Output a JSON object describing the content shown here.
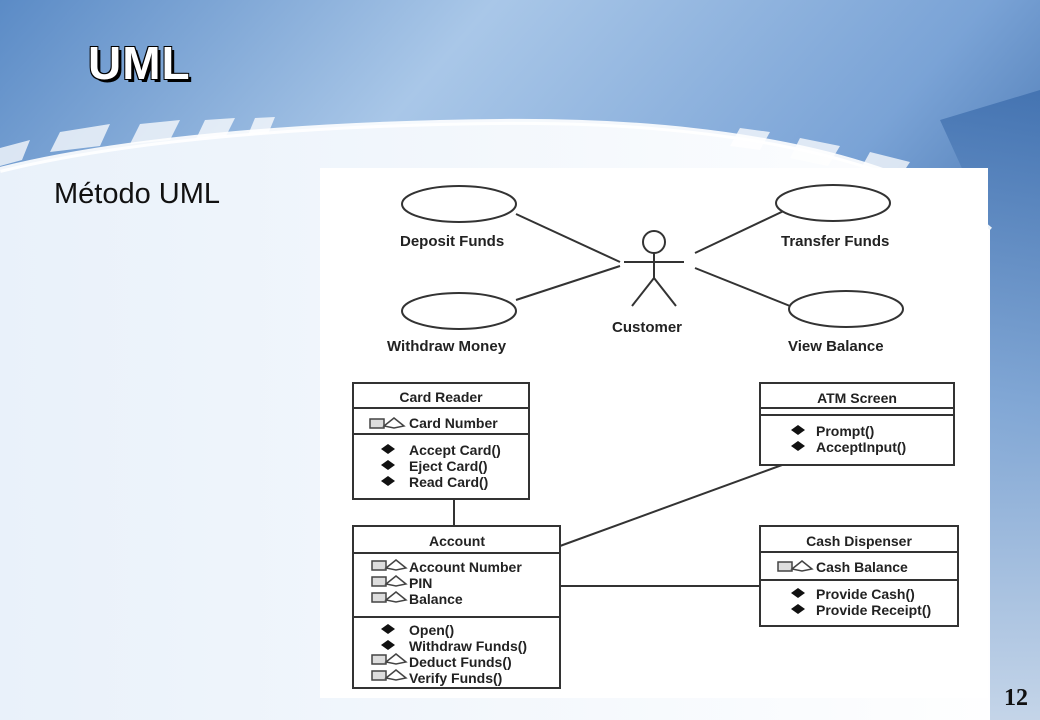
{
  "slide": {
    "title": "UML",
    "subtitle": "Método UML",
    "page_number": "12"
  },
  "colors": {
    "background_top": "#2f5f9e",
    "background_light": "#cfe0f2",
    "title_text": "#ffffff",
    "title_shadow": "#000000"
  },
  "use_case_diagram": {
    "actor": "Customer",
    "use_cases": [
      "Deposit Funds",
      "Transfer Funds",
      "Withdraw Money",
      "View Balance"
    ]
  },
  "class_diagram": {
    "classes": [
      {
        "name": "Card Reader",
        "attributes": [
          "Card Number"
        ],
        "operations": [
          "Accept Card()",
          "Eject Card()",
          "Read Card()"
        ]
      },
      {
        "name": "ATM Screen",
        "attributes": [],
        "operations": [
          "Prompt()",
          "AcceptInput()"
        ]
      },
      {
        "name": "Account",
        "attributes": [
          "Account Number",
          "PIN",
          "Balance"
        ],
        "operations": [
          "Open()",
          "Withdraw Funds()",
          "Deduct Funds()",
          "Verify Funds()"
        ]
      },
      {
        "name": "Cash Dispenser",
        "attributes": [
          "Cash Balance"
        ],
        "operations": [
          "Provide Cash()",
          "Provide Receipt()"
        ]
      }
    ]
  },
  "icons": {
    "attribute": "private-attribute-icon",
    "operation": "public-operation-icon"
  }
}
